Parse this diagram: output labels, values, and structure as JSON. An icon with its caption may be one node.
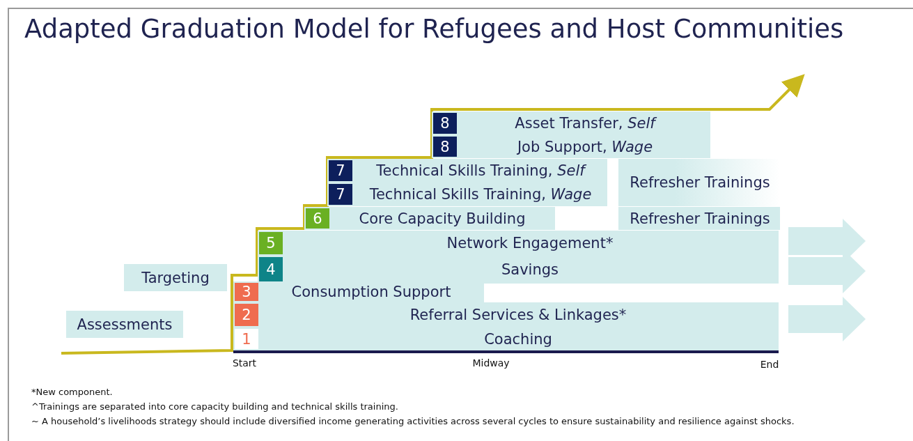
{
  "diagram": {
    "title": "Adapted Graduation Model for Refugees and Host Communities",
    "nodes": [
      {
        "text": [
          "Asset Transfer, *Self*"
        ]
      },
      {
        "text": [
          "8"
        ],
        "in": 0
      },
      {
        "text": [
          "Job Support, *Wage*"
        ]
      },
      {
        "text": [
          "8"
        ],
        "in": 2
      },
      {
        "text": [
          "Technical Skills Training, *Self*"
        ]
      },
      {
        "text": [
          "7"
        ],
        "in": 4
      },
      {
        "text": [
          "Refresher Trainings"
        ]
      },
      {
        "text": [
          "Technical Skills Training, *Wage*"
        ]
      },
      {
        "text": [
          "7"
        ],
        "in": 7
      },
      {
        "text": [
          "Core Capacity Building"
        ]
      },
      {
        "text": [
          "6"
        ],
        "in": 9
      },
      {
        "text": [
          "Refresher Trainings"
        ]
      },
      {
        "text": [
          "Network Engagement*"
        ]
      },
      {
        "text": [
          "5"
        ],
        "in": 12
      },
      {
        "text": [
          "Savings"
        ]
      },
      {
        "text": [
          "4"
        ],
        "in": 14
      },
      {
        "text": [
          "Targeting"
        ]
      },
      {
        "text": [
          "Consumption Support"
        ]
      },
      {
        "text": [
          "3"
        ],
        "in": 17
      },
      {
        "text": [
          "Assessments"
        ]
      },
      {
        "text": [
          "Referral Services & Linkages*"
        ]
      },
      {
        "text": [
          "2"
        ],
        "in": 20
      },
      {
        "text": [
          "Coaching"
        ]
      },
      {
        "text": [
          "1"
        ],
        "in": 22
      }
    ],
    "edges": [],
    "labels": [
      "Start",
      "Midway",
      "End",
      "*New component.",
      "^Trainings are separated into core capacity building and technical skills training.",
      "~ A household’s livelihoods strategy should include diversified income generating activities across several cycles to ensure sustainability and resilience against shocks."
    ]
  }
}
